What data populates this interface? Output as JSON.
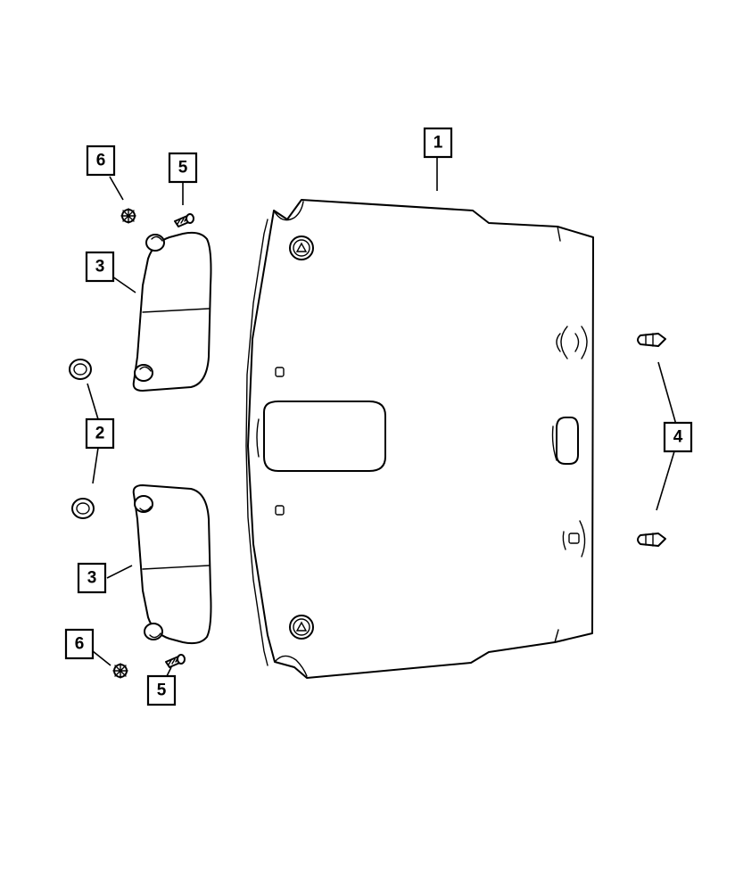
{
  "callouts": [
    {
      "id": "c1",
      "label": "1"
    },
    {
      "id": "c2",
      "label": "2"
    },
    {
      "id": "c3a",
      "label": "3"
    },
    {
      "id": "c3b",
      "label": "3"
    },
    {
      "id": "c4",
      "label": "4"
    },
    {
      "id": "c5a",
      "label": "5"
    },
    {
      "id": "c5b",
      "label": "5"
    },
    {
      "id": "c6a",
      "label": "6"
    },
    {
      "id": "c6b",
      "label": "6"
    }
  ],
  "colors": {
    "line": "#000000",
    "background": "#ffffff"
  },
  "icons": [
    "headliner",
    "sun-visor",
    "visor-clip",
    "retainer-clip",
    "screw",
    "push-nut"
  ]
}
